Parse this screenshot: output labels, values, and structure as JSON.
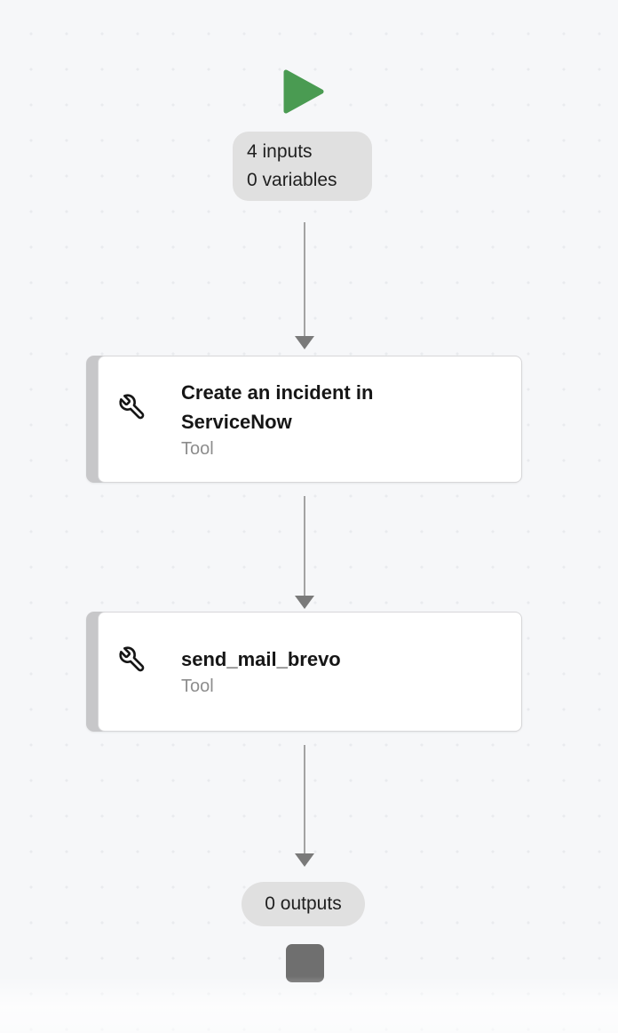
{
  "canvas": {
    "background_color": "#f6f7f9",
    "dot_grid_color": "#e9ebee"
  },
  "start_node": {
    "icon": "play-icon",
    "color": "#4a9b52",
    "badge": {
      "inputs_label": "4 inputs",
      "variables_label": "0 variables"
    }
  },
  "nodes": [
    {
      "icon": "wrench-icon",
      "title": "Create an incident in ServiceNow",
      "subtitle": "Tool"
    },
    {
      "icon": "wrench-icon",
      "title": "send_mail_brevo",
      "subtitle": "Tool"
    }
  ],
  "end_node": {
    "badge_label": "0 outputs",
    "icon": "stop-square-icon",
    "color": "#6f6f6f"
  },
  "style_tokens": {
    "badge_background": "#e0e0e0",
    "connector_line_color": "#a3a3a3",
    "arrowhead_color": "#7a7a7a",
    "card_border_color": "#d7d7d9",
    "card_tab_color": "#c7c7c9",
    "title_color": "#161616",
    "subtitle_color": "#8d8d8d"
  }
}
